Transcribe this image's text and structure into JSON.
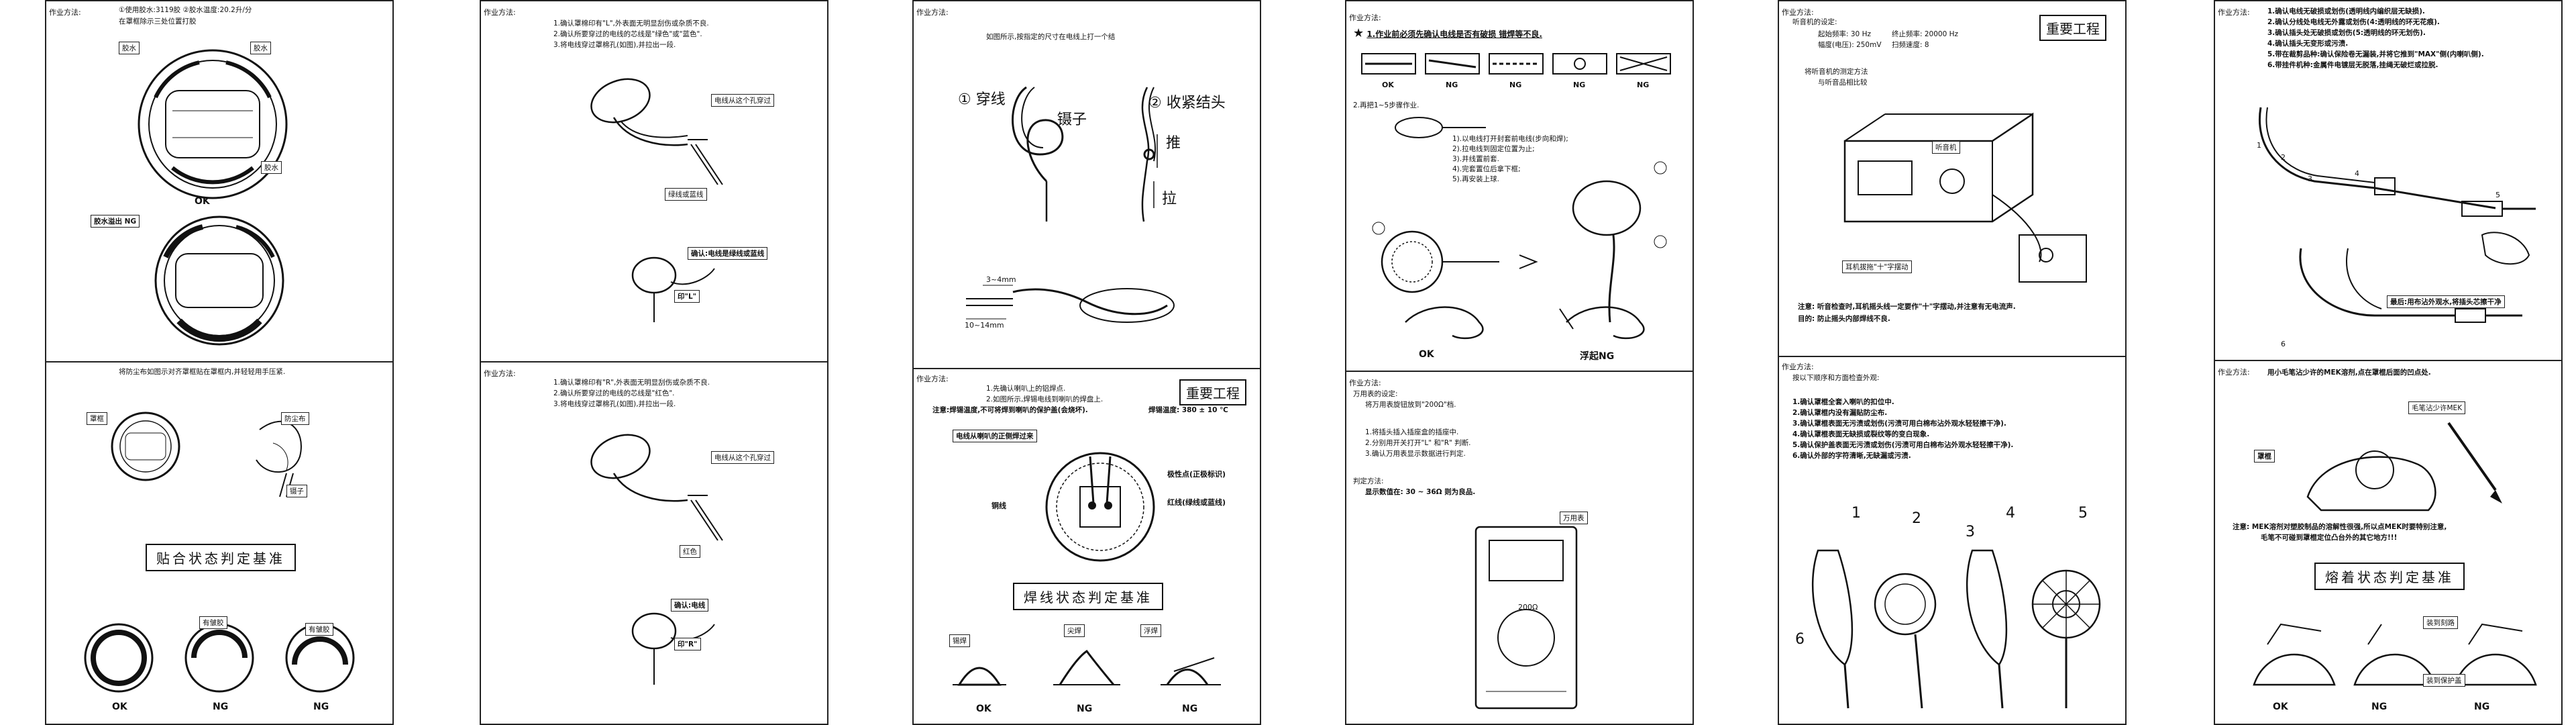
{
  "common": {
    "method_label": "作业方法:"
  },
  "p1": {
    "line1": "①使用胶水:3119胶  ②胶水温度:20.2升/分",
    "line2": "在罩框除示三处位置打胶",
    "glue": "胶水",
    "ok": "OK",
    "glue_ng": "胶水溢出 NG",
    "sec2_text": "将防尘布如图示对齐罩框贴在罩框内,并轻轻用手压紧.",
    "cover": "罩框",
    "dust_cloth": "防尘布",
    "tweezers": "镊子",
    "std_title": "贴合状态判定基准",
    "wrinkle": "有皱胶",
    "b_ok": "OK",
    "b_ng1": "NG",
    "b_ng2": "NG"
  },
  "p2": {
    "s1_line1": "1.确认罩棉印有\"L\",外表面无明显刮伤或杂质不良.",
    "s1_line2": "2.确认所要穿过的电线的芯线是\"绿色\"或\"蓝色\".",
    "s1_line3": "3.将电线穿过罩棉孔(如图),并拉出一段.",
    "wire_from_hole": "电线从这个孔穿过",
    "green_wire": "绿线或蓝线",
    "confirm_green": "确认:电线是绿线或蓝线",
    "print_l": "印\"L\"",
    "s2_line1": "1.确认罩棉印有\"R\",外表面无明显刮伤或杂质不良.",
    "s2_line2": "2.确认所要穿过的电线的芯线是\"红色\".",
    "s2_line3": "3.将电线穿过罩棉孔(如图),并拉出一段.",
    "red": "红色",
    "confirm_red": "确认:电线",
    "print_r": "印\"R\""
  },
  "p3": {
    "line1": "如图所示,按指定的尺寸在电线上打一个结",
    "step1": "① 穿线",
    "tweezers": "镊子",
    "step2": "② 收紧结头",
    "push": "推",
    "pull": "拉",
    "dim1": "3~4mm",
    "dim2": "10~14mm",
    "s2_line1": "1.先确认喇叭上的铝焊点.",
    "s2_line2": "2.如图所示,焊锡电线到喇叭的焊盘上.",
    "s2_line3": "注意:焊锡温度,不可将焊到喇叭的保护盖(会烧坏).",
    "temp": "焊锡温度: 380 ± 10 ℃",
    "important": "重要工程",
    "wire_from_center": "电线从喇叭的正侧焊过来",
    "copper": "铜线",
    "polarity": "极性点(正极标识)",
    "red_wire": "红线(绿线或蓝线)",
    "std_title": "焊线状态判定基准",
    "solder_point": "锡焊",
    "sharp": "尖焊",
    "floating": "浮焊",
    "ok": "OK",
    "ng1": "NG",
    "ng2": "NG"
  },
  "p4": {
    "star_line": "1.作业前必须先确认电线是否有破损 错焊等不良.",
    "labels": [
      "OK",
      "NG",
      "NG",
      "NG",
      "NG"
    ],
    "step2": "2.再把1~5步骤作业.",
    "steps": [
      "1).以电线打开封套前电线(步向和焊);",
      "2).拉电线到固定位置为止;",
      "3).并线置前套.",
      "4).完套置位后拿下框;",
      "5).再安装上球."
    ],
    "ok": "OK",
    "float_ng": "浮起NG",
    "s2_method": "作业方法:",
    "s2_line1": "万用表的设定:",
    "s2_line2": "将万用表旋钮放到\"200Ω\"档.",
    "s2_line3": "1.将插头插入插座盒的插座中.",
    "s2_line4": "2.分别用开关打开\"L\" 和\"R\" 判断.",
    "s2_line5": "3.确认万用表显示数据进行判定.",
    "judge": "判定方法:",
    "value": "显示数值在: 30 ~ 36Ω 则为良品.",
    "meter": "万用表",
    "meter_range": "200Ω"
  },
  "p5": {
    "s1_line1": "听音机的设定:",
    "start_freq": "起始频率: 30 Hz",
    "stop_freq": "终止频率: 20000 Hz",
    "amplitude": "幅度(电压): 250mV",
    "step_count": "扫频速度: 8",
    "conn1": "将听音机的测定方法",
    "conn2": "与听音品相比较",
    "important": "重要工程",
    "machine": "听音机",
    "ear": "耳机拔拖\"十\"字摆动",
    "note1": "注意: 听音检查时,耳机摇头线一定要作\"十\"字摆动,并注意有无电流声.",
    "note2": "目的: 防止摇头内部焊线不良.",
    "s2_line1": "按以下顺序和方面检查外观:",
    "checks": [
      "1.确认罩棍全套入喇叭的扣位中.",
      "2.确认罩棍内没有漏贴防尘布.",
      "3.确认罩棍表面无污渍或划伤(污渍可用白棉布沾外观水轻轻擦干净).",
      "4.确认罩棍表面无缺损或裂纹等的变白现象.",
      "5.确认保护盖表面无污渍或划伤(污渍可用白棉布沾外观水轻轻擦干净).",
      "6.确认外部的字符清晰,无缺漏或污渍."
    ],
    "nums": [
      "1",
      "2",
      "3",
      "4",
      "5",
      "6"
    ]
  },
  "p6": {
    "checks": [
      "1.确认电线无破损或划伤(透明线内编织层无缺损).",
      "2.确认分线处电线无外露或划伤(4:透明线的环无花痕).",
      "3.确认插头处无破损或划伤(5:透明线的环无划伤).",
      "4.确认插头无变形或污渍.",
      "5.带在裁剪品种:确认保险卷无漏装,并将它推到\"MAX\"侧(内喇叭侧).",
      "6.带挂件机种:金属件电镀层无脱落,挂绳无破烂或拉脱."
    ],
    "nums": [
      "1",
      "2",
      "3",
      "4",
      "5",
      "6"
    ],
    "last": "最后:用布沾外观水,将插头芯擦干净",
    "s2_line1": "用小毛笔沾少许的MEK溶剂,点在罩棍后面的凹点处.",
    "brush": "毛笔沾少许MEK",
    "cover": "罩棍",
    "note": "注意: MEK溶剂对塑胶制品的溶解性很强,所以点MEK时要特别注意,",
    "note2": "毛笔不可碰到罩棍定位凸台外的其它地方!!!",
    "std_title": "熔着状态判定基准",
    "fit_gap": "装到刻路",
    "protect": "装到保护盖",
    "ok": "OK",
    "ng1": "NG",
    "ng2": "NG"
  }
}
